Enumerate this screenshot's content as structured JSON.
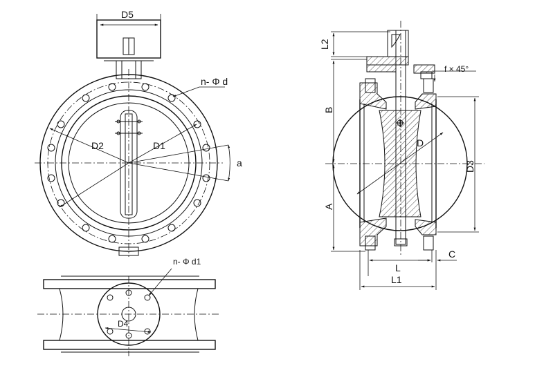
{
  "labels": {
    "d5": "D5",
    "n_phi_d": "n- Φ d",
    "d1": "D1",
    "d2": "D2",
    "a": "a",
    "n_phi_d1": "n- Φ d1",
    "d4": "D4",
    "l2": "L2",
    "f45": "f × 45°",
    "b": "B",
    "d": "D",
    "d3": "D3",
    "a_upper": "A",
    "c": "C",
    "l": "L",
    "l1": "L1"
  }
}
